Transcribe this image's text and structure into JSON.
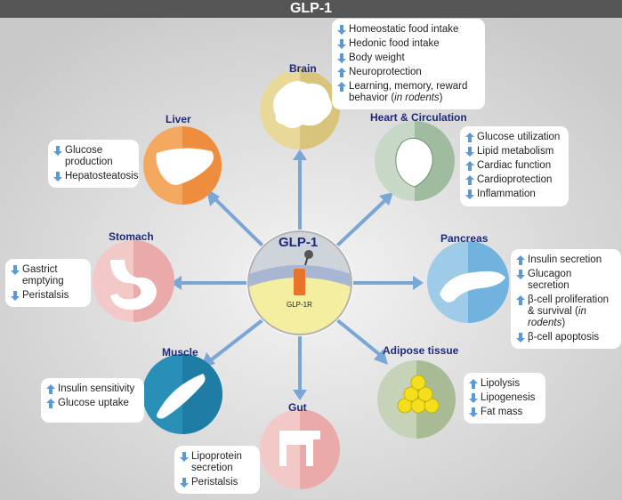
{
  "header": {
    "title": "GLP-1"
  },
  "center": {
    "title": "GLP-1",
    "receptor_label": "GLP-1R"
  },
  "colors": {
    "up": "#5b9bd5",
    "down": "#5b9bd5",
    "arrow": "#7aa6d6"
  },
  "organs": [
    {
      "id": "brain",
      "title": "Brain",
      "icon": "brain-icon",
      "effects": [
        {
          "dir": "down",
          "text": "Homeostatic food intake"
        },
        {
          "dir": "down",
          "text": "Hedonic food intake"
        },
        {
          "dir": "down",
          "text": "Body weight"
        },
        {
          "dir": "up",
          "text": "Neuroprotection"
        },
        {
          "dir": "up",
          "text": "Learning, memory, reward behavior",
          "note": "in rodents"
        }
      ]
    },
    {
      "id": "liver",
      "title": "Liver",
      "icon": "liver-icon",
      "effects": [
        {
          "dir": "down",
          "text": "Glucose production"
        },
        {
          "dir": "down",
          "text": "Hepatosteatosis"
        }
      ]
    },
    {
      "id": "heart",
      "title": "Heart & Circulation",
      "icon": "heart-icon",
      "effects": [
        {
          "dir": "up",
          "text": "Glucose utilization"
        },
        {
          "dir": "down",
          "text": "Lipid metabolism"
        },
        {
          "dir": "up",
          "text": "Cardiac function"
        },
        {
          "dir": "up",
          "text": "Cardioprotection"
        },
        {
          "dir": "down",
          "text": "Inflammation"
        }
      ]
    },
    {
      "id": "stomach",
      "title": "Stomach",
      "icon": "stomach-icon",
      "effects": [
        {
          "dir": "down",
          "text": "Gastrict emptying"
        },
        {
          "dir": "down",
          "text": "Peristalsis"
        }
      ]
    },
    {
      "id": "pancreas",
      "title": "Pancreas",
      "icon": "pancreas-icon",
      "effects": [
        {
          "dir": "up",
          "text": "Insulin secretion"
        },
        {
          "dir": "down",
          "text": "Glucagon secretion"
        },
        {
          "dir": "up",
          "text": "β-cell proliferation & survival",
          "note": "in rodents"
        },
        {
          "dir": "down",
          "text": "β-cell apoptosis"
        }
      ]
    },
    {
      "id": "muscle",
      "title": "Muscle",
      "icon": "muscle-icon",
      "effects": [
        {
          "dir": "up",
          "text": "Insulin sensitivity"
        },
        {
          "dir": "up",
          "text": "Glucose uptake"
        }
      ]
    },
    {
      "id": "adipose",
      "title": "Adipose tissue",
      "icon": "fat-droplets-icon",
      "effects": [
        {
          "dir": "up",
          "text": "Lipolysis"
        },
        {
          "dir": "down",
          "text": "Lipogenesis"
        },
        {
          "dir": "down",
          "text": "Fat mass"
        }
      ]
    },
    {
      "id": "gut",
      "title": "Gut",
      "icon": "intestine-icon",
      "effects": [
        {
          "dir": "down",
          "text": "Lipoprotein secretion"
        },
        {
          "dir": "down",
          "text": "Peristalsis"
        }
      ]
    }
  ]
}
